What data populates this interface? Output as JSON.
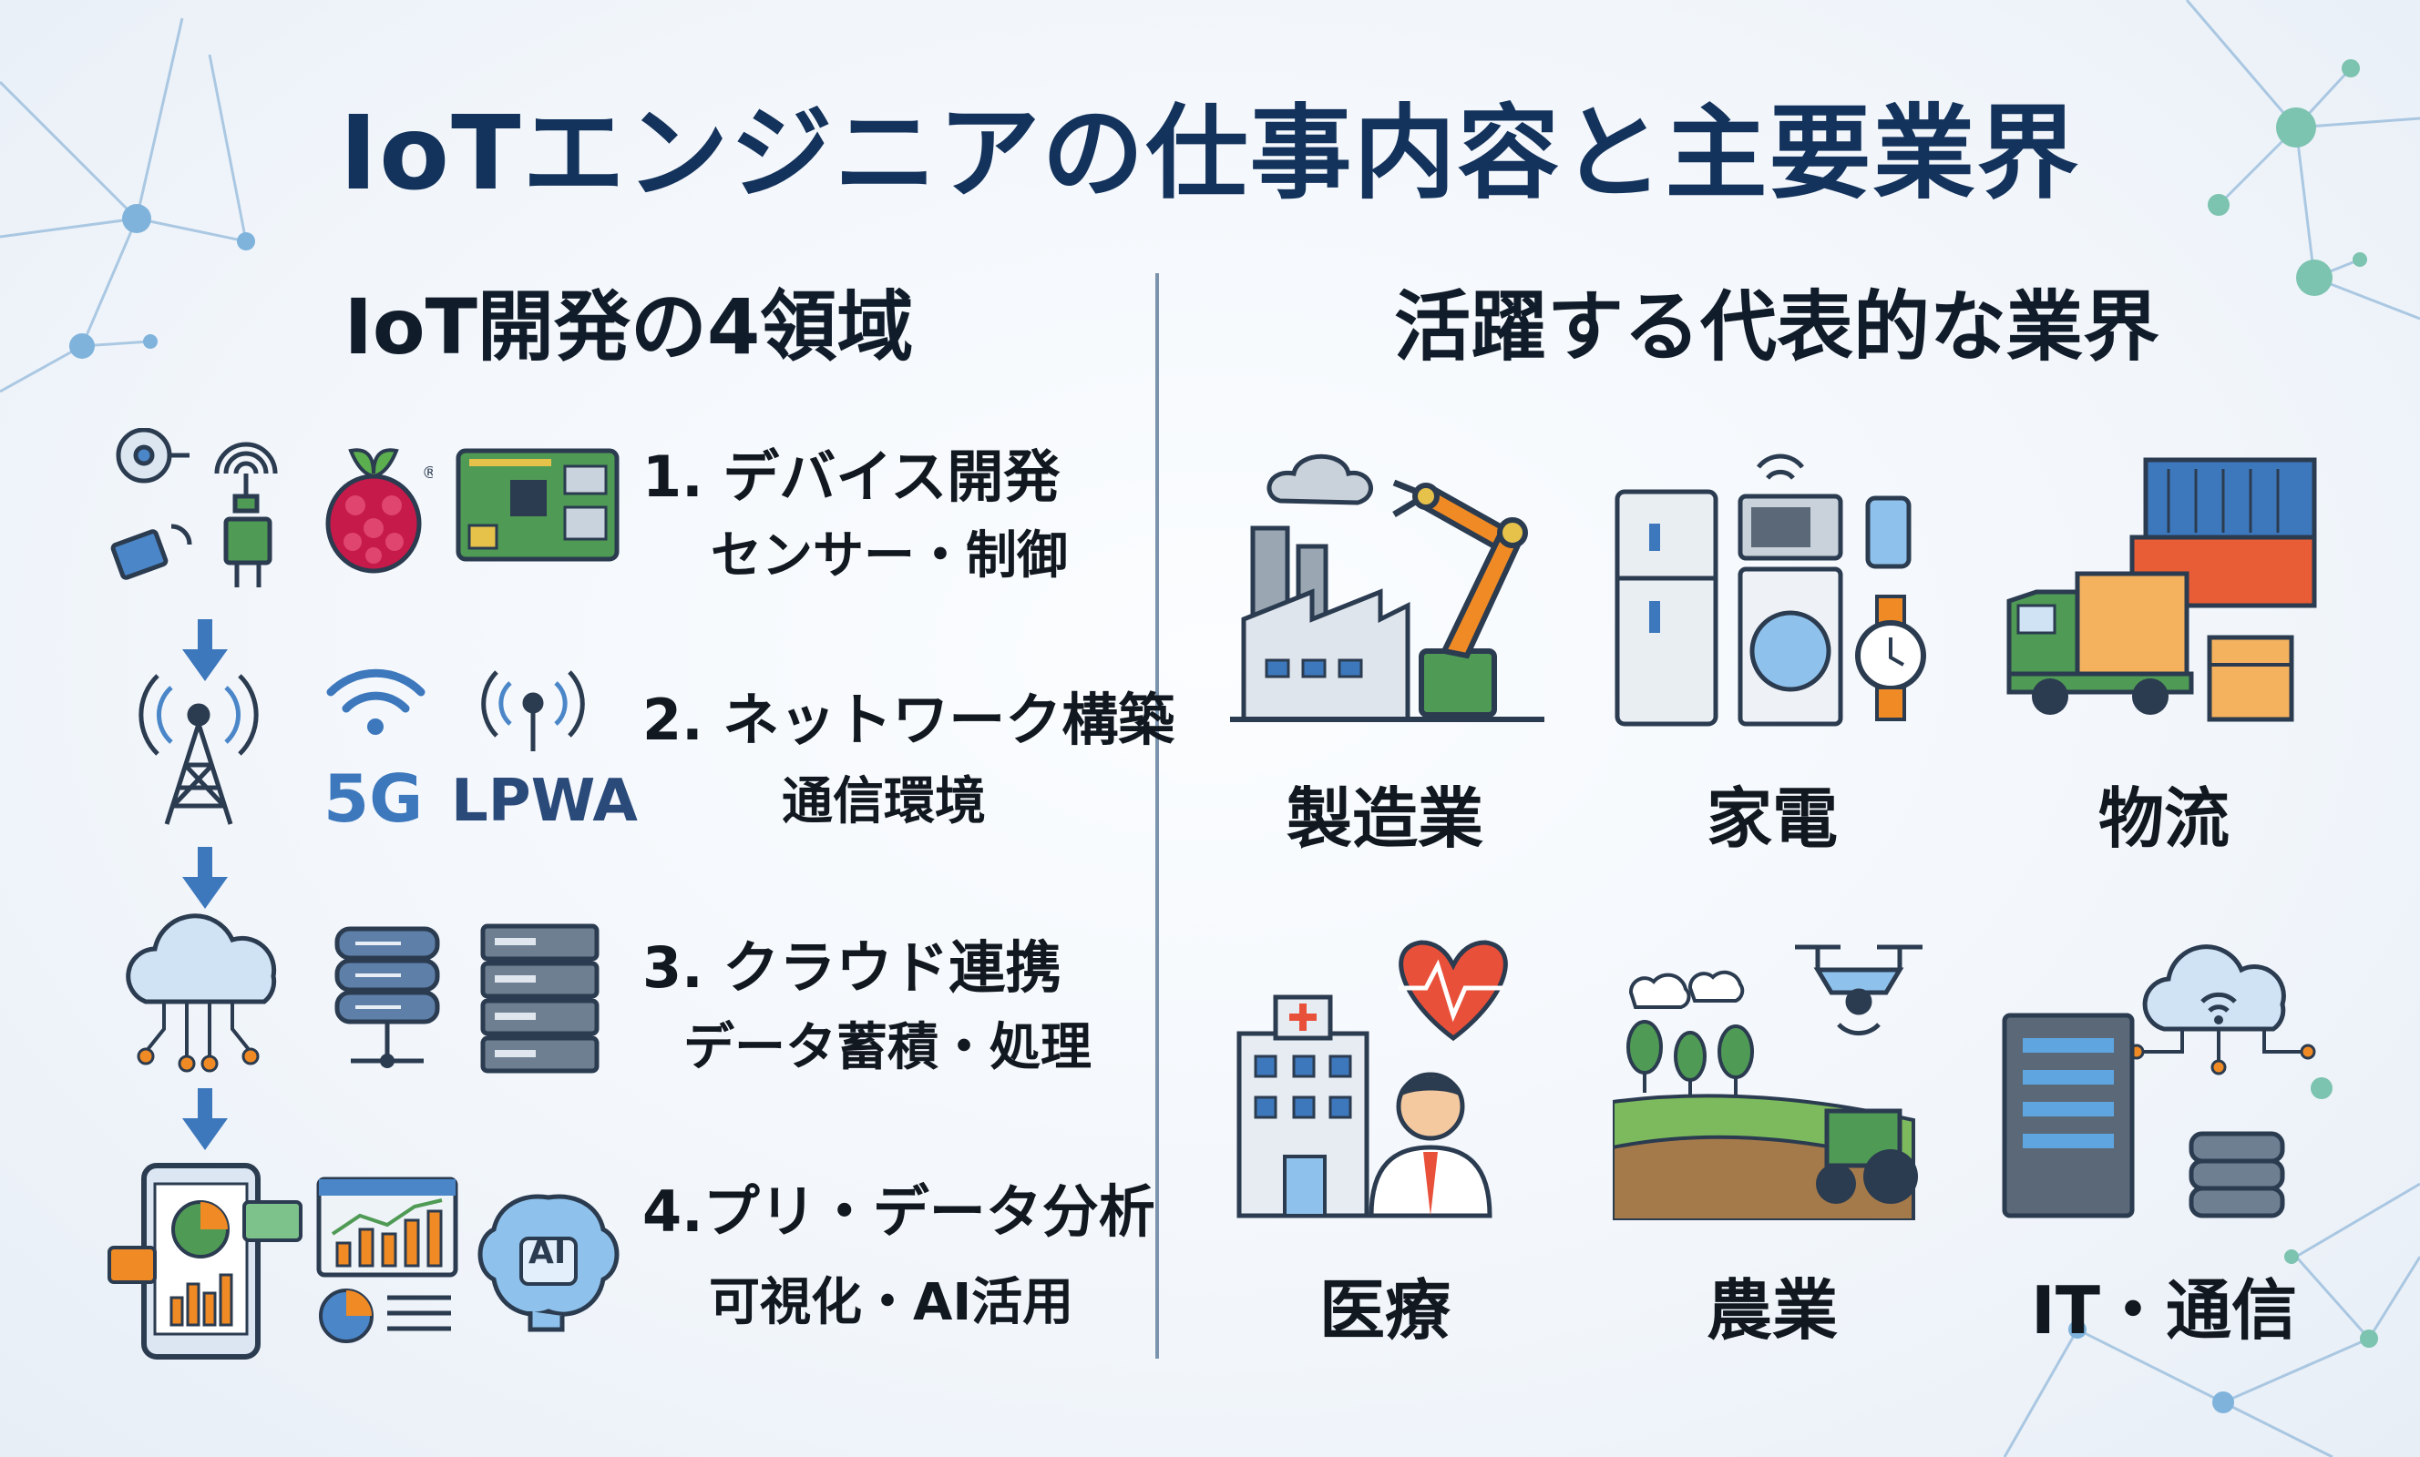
{
  "title": "IoTエンジニアの仕事内容と主要業界",
  "left": {
    "heading": "IoT開発の4領域",
    "areas": [
      {
        "title": "1. デバイス開発",
        "subtitle": "センサー・制御"
      },
      {
        "title": "2. ネットワーク構築",
        "subtitle": "通信環境"
      },
      {
        "title": "3. クラウド連携",
        "subtitle": "データ蓄積・処理"
      },
      {
        "title": "4.プリ・データ分析",
        "subtitle": "可視化・AI活用"
      }
    ],
    "badges": {
      "g5": "5G",
      "lpwa": "LPWA",
      "ai": "AI"
    }
  },
  "right": {
    "heading": "活躍する代表的な業界",
    "industries": [
      "製造業",
      "家電",
      "物流",
      "医療",
      "農業",
      "IT・通信"
    ]
  },
  "colors": {
    "title": "#14335c",
    "accent_blue": "#3d78bd",
    "accent_orange": "#f08a24",
    "accent_green": "#4f9a55",
    "divider": "#7b93ad"
  }
}
